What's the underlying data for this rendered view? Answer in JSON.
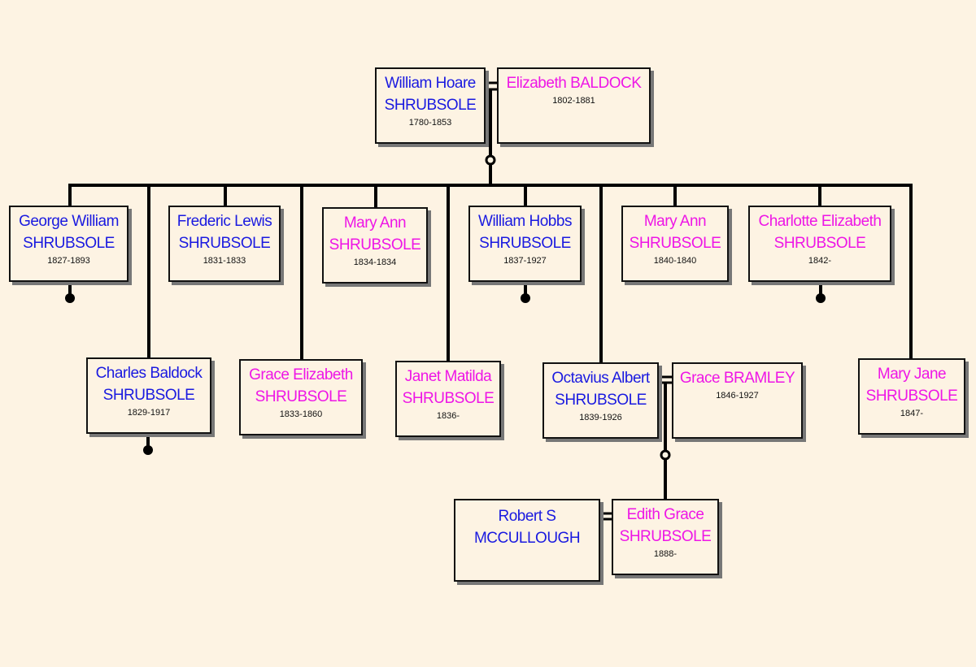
{
  "people": {
    "william_hoare": {
      "first": "William Hoare",
      "surname": "SHRUBSOLE",
      "years": "1780-1853",
      "sex": "m"
    },
    "elizabeth_baldock": {
      "first": "Elizabeth BALDOCK",
      "surname": "",
      "years": "1802-1881",
      "sex": "f"
    },
    "george_william": {
      "first": "George William",
      "surname": "SHRUBSOLE",
      "years": "1827-1893",
      "sex": "m"
    },
    "charles_baldock": {
      "first": "Charles Baldock",
      "surname": "SHRUBSOLE",
      "years": "1829-1917",
      "sex": "m"
    },
    "frederic_lewis": {
      "first": "Frederic Lewis",
      "surname": "SHRUBSOLE",
      "years": "1831-1833",
      "sex": "m"
    },
    "grace_elizabeth": {
      "first": "Grace Elizabeth",
      "surname": "SHRUBSOLE",
      "years": "1833-1860",
      "sex": "f"
    },
    "mary_ann_1834": {
      "first": "Mary Ann",
      "surname": "SHRUBSOLE",
      "years": "1834-1834",
      "sex": "f"
    },
    "janet_matilda": {
      "first": "Janet Matilda",
      "surname": "SHRUBSOLE",
      "years": "1836-",
      "sex": "f"
    },
    "william_hobbs": {
      "first": "William Hobbs",
      "surname": "SHRUBSOLE",
      "years": "1837-1927",
      "sex": "m"
    },
    "octavius_albert": {
      "first": "Octavius Albert",
      "surname": "SHRUBSOLE",
      "years": "1839-1926",
      "sex": "m"
    },
    "grace_bramley": {
      "first": "Grace BRAMLEY",
      "surname": "",
      "years": "1846-1927",
      "sex": "f"
    },
    "mary_ann_1840": {
      "first": "Mary Ann",
      "surname": "SHRUBSOLE",
      "years": "1840-1840",
      "sex": "f"
    },
    "charlotte_elizabeth": {
      "first": "Charlotte Elizabeth",
      "surname": "SHRUBSOLE",
      "years": "1842-",
      "sex": "f"
    },
    "mary_jane": {
      "first": "Mary Jane",
      "surname": "SHRUBSOLE",
      "years": "1847-",
      "sex": "f"
    },
    "robert_s": {
      "first": "Robert S",
      "surname": "MCCULLOUGH",
      "years": "",
      "sex": "m"
    },
    "edith_grace": {
      "first": "Edith Grace",
      "surname": "SHRUBSOLE",
      "years": "1888-",
      "sex": "f"
    }
  },
  "colors": {
    "male": "#1a1ae0",
    "female": "#ee16e6",
    "background": "#fdf3e3",
    "line": "#000000"
  }
}
